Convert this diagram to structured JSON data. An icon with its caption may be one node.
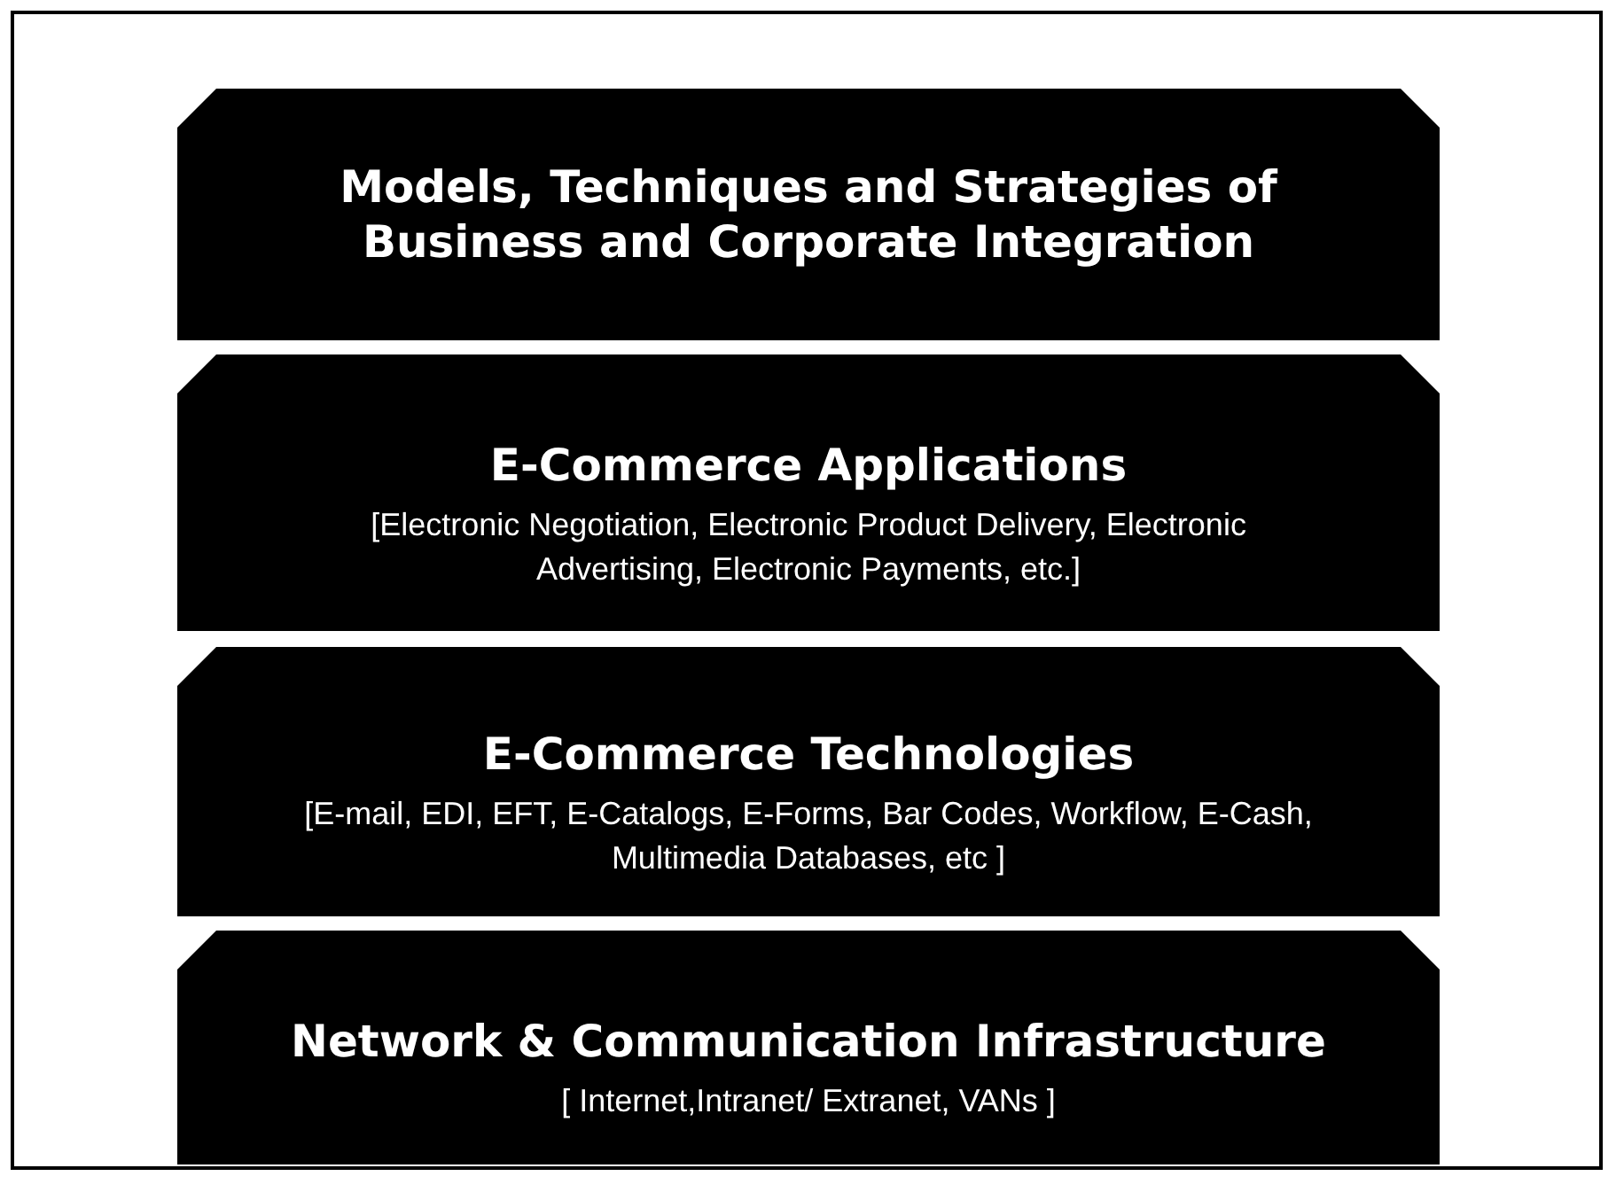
{
  "diagram": {
    "nodes": [
      {
        "text": [
          "Models, Techniques and Strategies of Business and Corporate Integration"
        ]
      },
      {
        "text": [
          "E-Commerce Applications",
          "[Electronic Negotiation, Electronic Product Delivery, Electronic Advertising, Electronic Payments, etc.]"
        ]
      },
      {
        "text": [
          "E-Commerce Technologies",
          "[E-mail, EDI, EFT, E-Catalogs, E-Forms, Bar Codes, Workflow, E-Cash, Multimedia Databases, etc ]"
        ]
      },
      {
        "text": [
          "Network & Communication Infrastructure",
          "[ Internet,Intranet/ Extranet, VANs ]"
        ]
      }
    ]
  }
}
